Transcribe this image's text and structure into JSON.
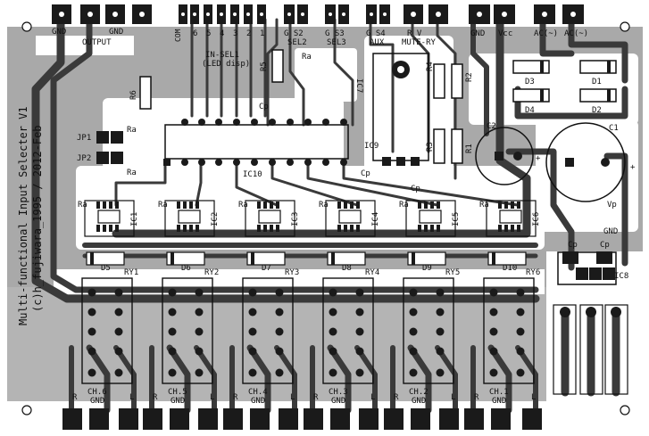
{
  "board": {
    "title": "Multi-functional Input Selecter V1",
    "author": "(c)h_fujiwara_1995 / 2012-Feb",
    "colors": {
      "copper": "#3a3a3a",
      "silk_bg": "#a9a9a9",
      "pad": "#1a1a1a",
      "white": "#ffffff",
      "ink": "#111111"
    }
  },
  "top_labels": {
    "gnd1": "GND",
    "gnd2": "GND",
    "output": "OUTPUT",
    "com": "COM",
    "n6": "6",
    "n5": "5",
    "n4": "4",
    "n3": "3",
    "n2": "2",
    "n1": "1",
    "g_s2": "G S2",
    "sel2": "SEL2",
    "g_s3": "G S3",
    "sel3": "SEL3",
    "g_s4": "G S4",
    "aux": "AUX",
    "r_v": "R V",
    "mute_ry": "MUTE-RY",
    "gnd3": "GND",
    "vcc": "Vcc",
    "ac_minus": "AC(~)",
    "ac_plus": "AC(~)"
  },
  "silk": {
    "in_sel1": "IN-SEL1",
    "led_disp": "(LED disp)",
    "r5": "R5",
    "r6": "R6",
    "ra": "Ra",
    "cp": "Cp",
    "ic7": "IC7",
    "r4": "R4",
    "r2": "R2",
    "r3": "R3",
    "r1": "R1",
    "ic9": "IC9",
    "c2": "C2",
    "c1": "C1",
    "d1": "D1",
    "d2": "D2",
    "d3": "D3",
    "d4": "D4",
    "jp1": "JP1",
    "jp2": "JP2",
    "ic10": "IC10",
    "ic8": "IC8",
    "vp": "Vp",
    "gnd": "GND",
    "plus": "+"
  },
  "channels": [
    {
      "ic": "IC1",
      "diode": "D5",
      "relay": "RY1",
      "ch": "CH.6"
    },
    {
      "ic": "IC2",
      "diode": "D6",
      "relay": "RY2",
      "ch": "CH.5"
    },
    {
      "ic": "IC3",
      "diode": "D7",
      "relay": "RY3",
      "ch": "CH.4"
    },
    {
      "ic": "IC4",
      "diode": "D8",
      "relay": "RY4",
      "ch": "CH.3"
    },
    {
      "ic": "IC5",
      "diode": "D9",
      "relay": "RY5",
      "ch": "CH.2"
    },
    {
      "ic": "IC6",
      "diode": "D10",
      "relay": "RY6",
      "ch": "CH.1"
    }
  ],
  "bottom": {
    "r": "R",
    "l": "L",
    "gnd": "GND"
  }
}
